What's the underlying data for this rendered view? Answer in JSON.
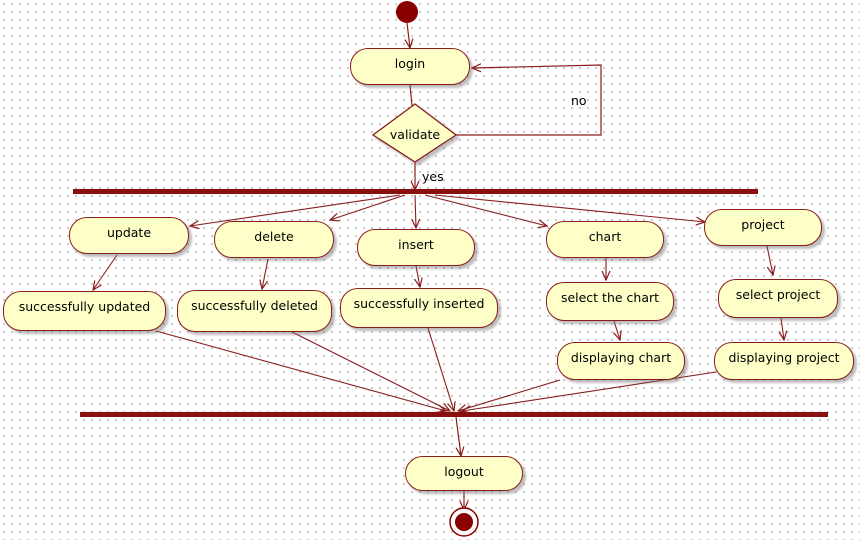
{
  "nodes": {
    "login": "login",
    "validate": "validate",
    "update": "update",
    "delete": "delete",
    "insert": "insert",
    "chart": "chart",
    "project": "project",
    "successfully_updated": "successfully updated",
    "successfully_deleted": "successfully deleted",
    "successfully_inserted": "successfully inserted",
    "select_the_chart": "select the chart",
    "select_project": "select project",
    "displaying_chart": "displaying chart",
    "displaying_project": "displaying project",
    "logout": "logout"
  },
  "guards": {
    "no": "no",
    "yes": "yes"
  },
  "colors": {
    "line": "#8a1c1c",
    "bar": "#8a0f0f",
    "node_fill": "#ffffc8",
    "start": "#8a0000"
  }
}
